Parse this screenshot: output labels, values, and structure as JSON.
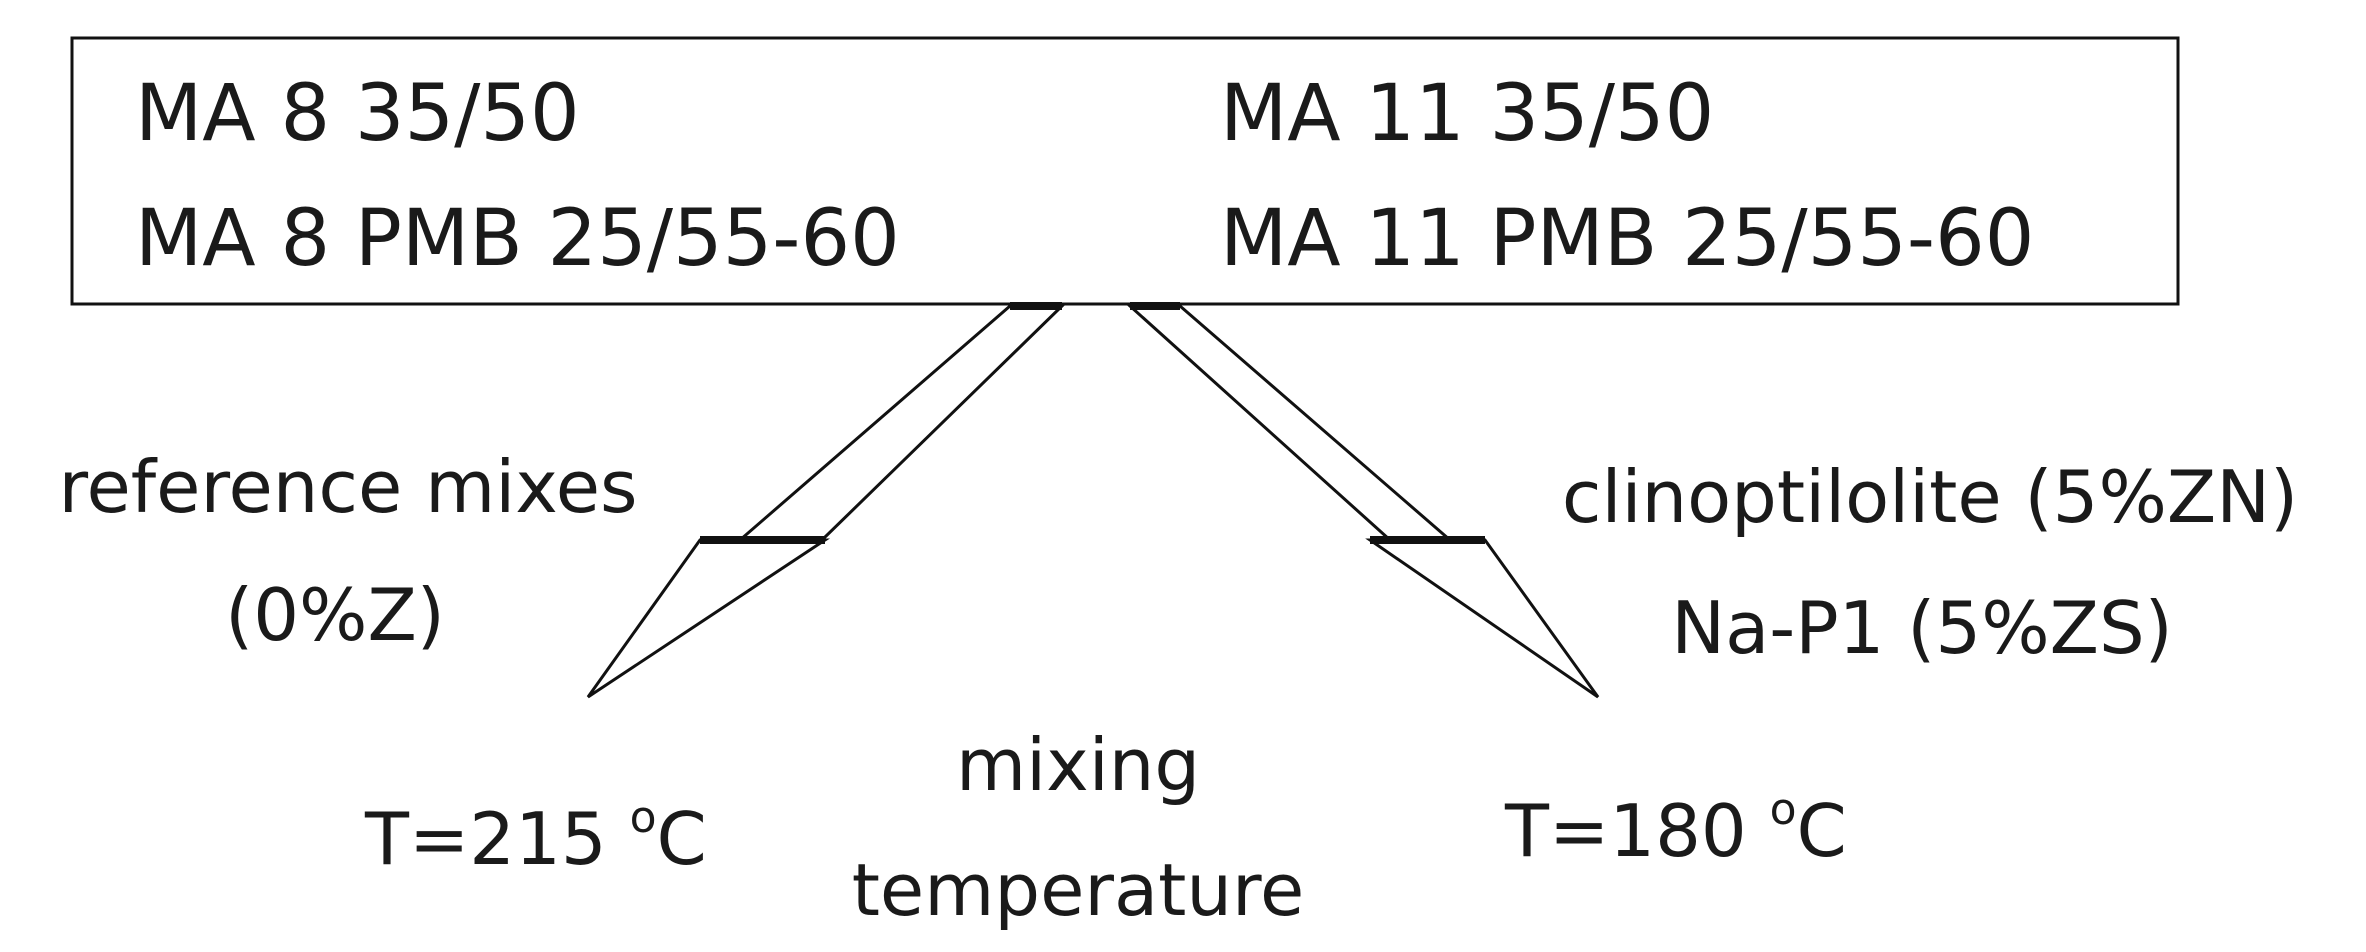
{
  "box": {
    "left_col": [
      "MA 8 35/50",
      "MA 8 PMB 25/55-60"
    ],
    "right_col": [
      "MA 11 35/50",
      "MA 11 PMB 25/55-60"
    ]
  },
  "left_branch": {
    "label_line1": "reference mixes",
    "label_line2": "(0%Z)",
    "temp_prefix": "T=215 ",
    "temp_degree": "o",
    "temp_unit": "C"
  },
  "right_branch": {
    "label_line1": "clinoptilolite (5%ZN)",
    "label_line2": "Na-P1 (5%ZS)",
    "temp_prefix": "T=180 ",
    "temp_degree": "o",
    "temp_unit": "C"
  },
  "center_label": {
    "line1": "mixing",
    "line2": "temperature"
  }
}
